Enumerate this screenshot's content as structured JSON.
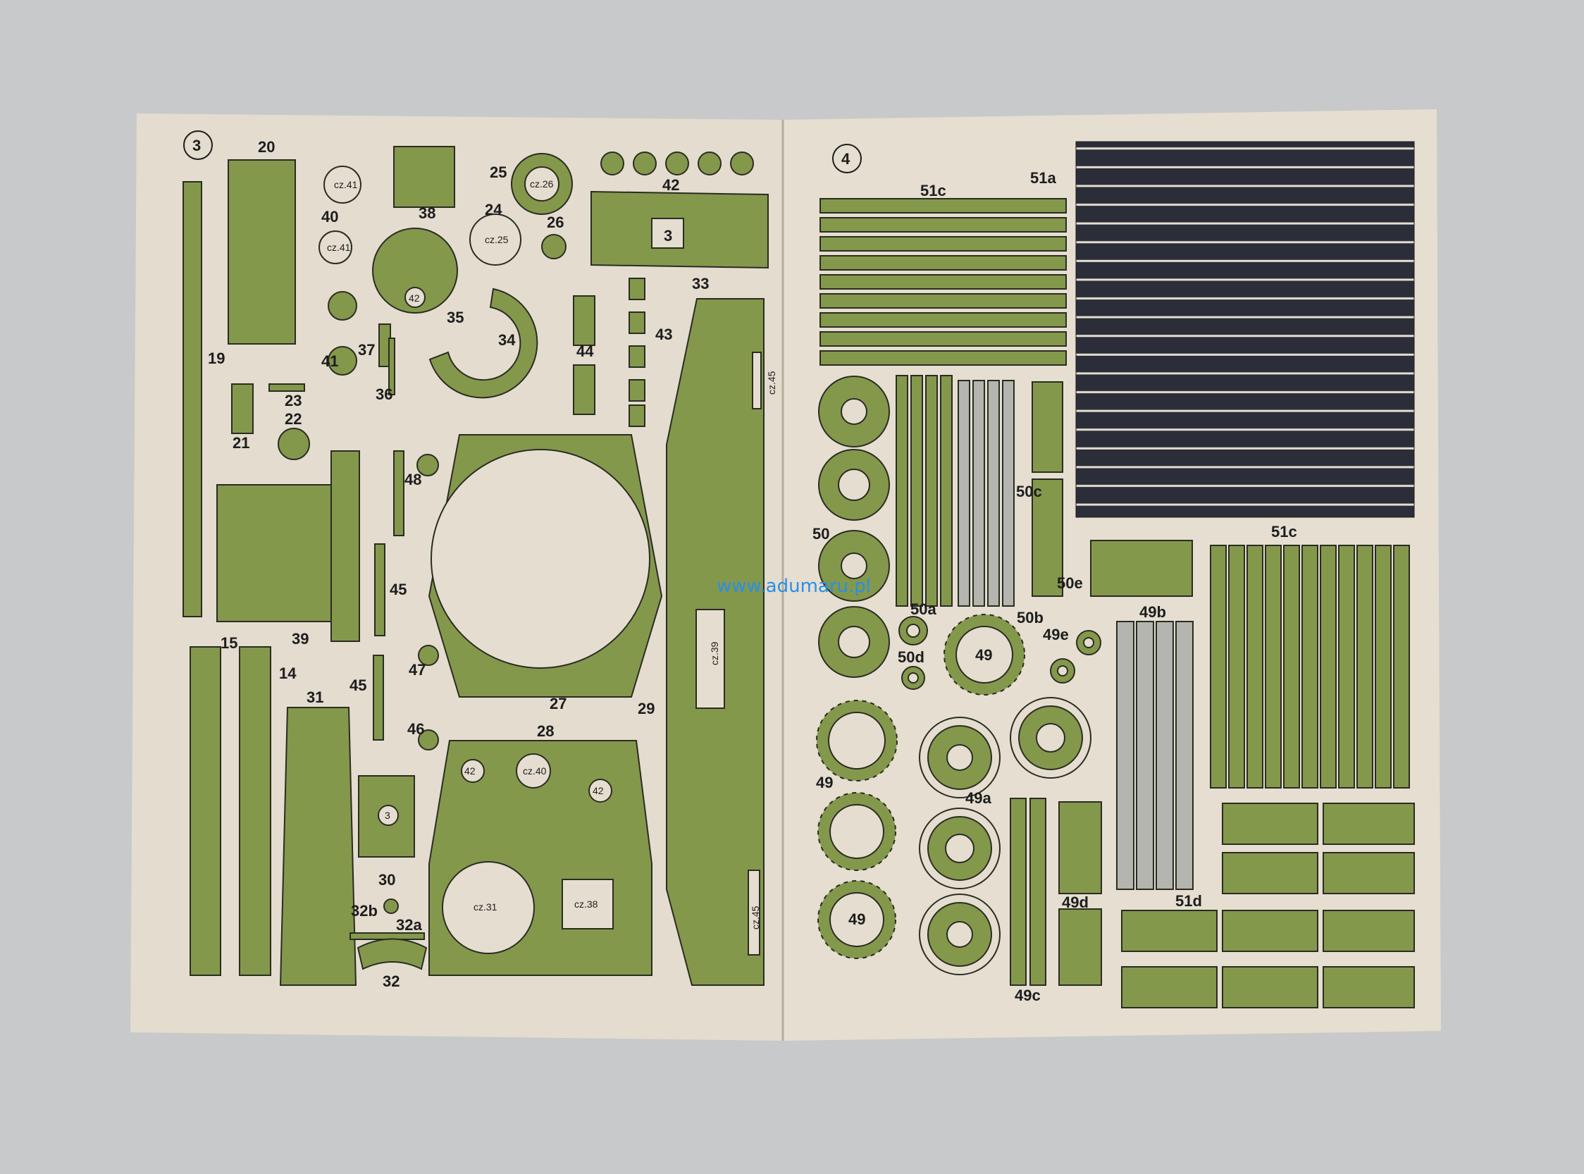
{
  "watermark": "www.adumaru.pl",
  "colors": {
    "paper": "#e5ded0",
    "part_green": "#84984c",
    "dark_strips": "#2b2d38",
    "background": "#c7c9ca"
  },
  "left_page": {
    "page_number": "3",
    "labels": [
      "20",
      "19",
      "40",
      "cz.41",
      "cz.41",
      "38",
      "25",
      "cz.26",
      "24",
      "cz.25",
      "26",
      "42",
      "3",
      "33",
      "42",
      "35",
      "41",
      "37",
      "36",
      "34",
      "44",
      "43",
      "cz.45",
      "23",
      "22",
      "21",
      "48",
      "39",
      "45",
      "15",
      "14",
      "31",
      "45",
      "47",
      "46",
      "27",
      "29",
      "28",
      "cz.39",
      "42",
      "cz.40",
      "42",
      "3",
      "30",
      "cz.31",
      "cz.38",
      "cz.45",
      "32b",
      "32a",
      "32"
    ]
  },
  "right_page": {
    "page_number": "4",
    "labels": [
      "51c",
      "51a",
      "50",
      "50c",
      "50e",
      "51c",
      "50a",
      "50b",
      "49b",
      "49e",
      "50d",
      "49",
      "49",
      "49a",
      "51d",
      "49",
      "49d",
      "49c"
    ]
  }
}
